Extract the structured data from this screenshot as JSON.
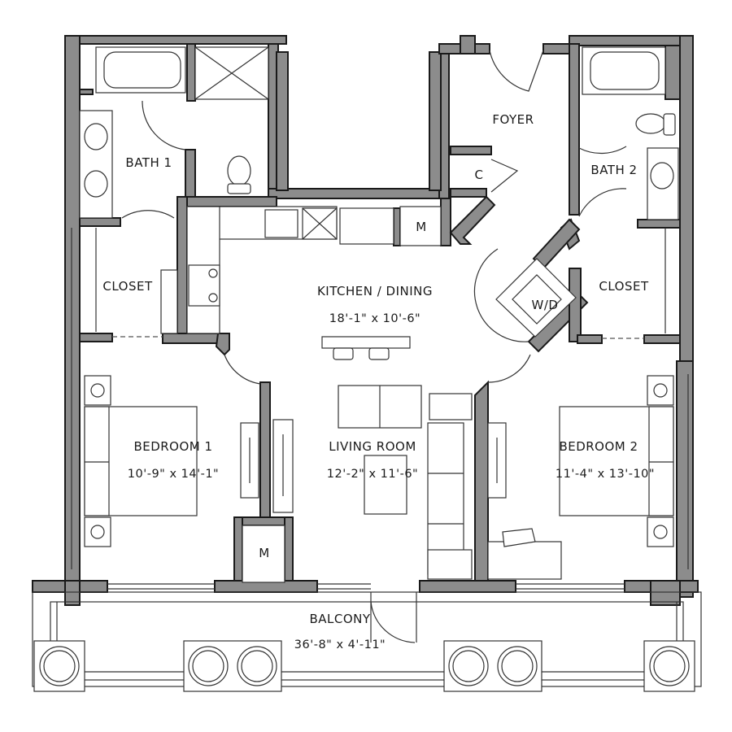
{
  "rooms": {
    "bath1": {
      "label": "BATH 1"
    },
    "bath2": {
      "label": "BATH 2"
    },
    "foyer": {
      "label": "FOYER"
    },
    "closet_c": {
      "label": "C"
    },
    "closet1": {
      "label": "CLOSET"
    },
    "closet2": {
      "label": "CLOSET"
    },
    "kitchen": {
      "label": "KITCHEN / DINING",
      "dims": "18'-1\" x 10'-6\""
    },
    "washer_dryer": {
      "label": "W/D"
    },
    "mech_top": {
      "label": "M"
    },
    "mech_bottom": {
      "label": "M"
    },
    "bedroom1": {
      "label": "BEDROOM 1",
      "dims": "10'-9\" x 14'-1\""
    },
    "living": {
      "label": "LIVING ROOM",
      "dims": "12'-2\" x 11'-6\""
    },
    "bedroom2": {
      "label": "BEDROOM 2",
      "dims": "11'-4\" x 13'-10\""
    },
    "balcony": {
      "label": "BALCONY",
      "dims": "36'-8\" x 4'-11\""
    }
  },
  "colors": {
    "wall_fill": "#8c8c8c",
    "wall_outline": "#1a1a1a",
    "line": "#333333",
    "background": "#ffffff"
  }
}
